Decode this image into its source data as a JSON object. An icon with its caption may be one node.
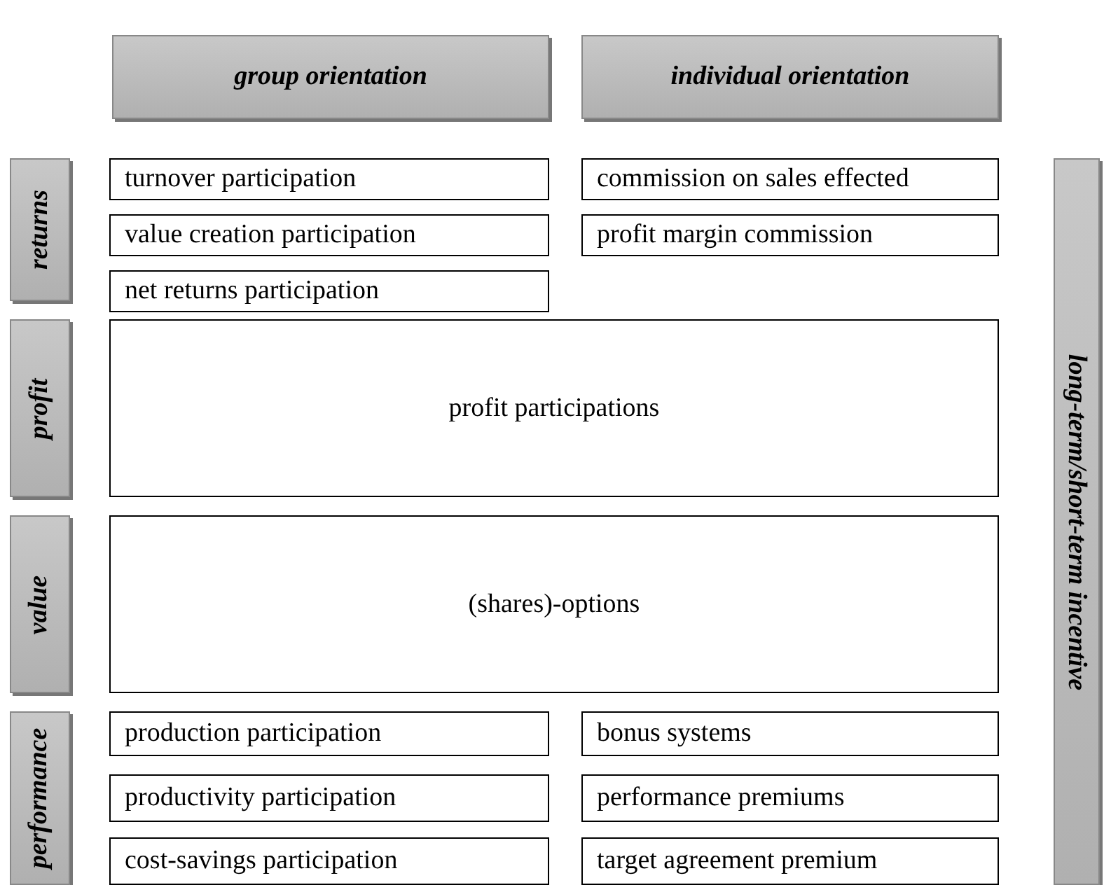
{
  "diagram": {
    "nodes": [
      {
        "text": [
          "group orientation"
        ]
      },
      {
        "text": [
          "individual orientation"
        ]
      },
      {
        "text": [
          "returns"
        ]
      },
      {
        "text": [
          "turnover participation"
        ]
      },
      {
        "text": [
          "commission on sales effected"
        ]
      },
      {
        "text": [
          "long-term/short-term incentive"
        ]
      },
      {
        "text": [
          "value creation participation"
        ]
      },
      {
        "text": [
          "profit margin commission"
        ]
      },
      {
        "text": [
          "net returns participation"
        ]
      },
      {
        "text": [
          "profit"
        ]
      },
      {
        "text": [
          "profit participations"
        ]
      },
      {
        "text": [
          "value"
        ]
      },
      {
        "text": [
          "(shares)-options"
        ]
      },
      {
        "text": [
          "performance"
        ]
      },
      {
        "text": [
          "production participation"
        ]
      },
      {
        "text": [
          "bonus systems"
        ]
      },
      {
        "text": [
          "productivity participation"
        ]
      },
      {
        "text": [
          "performance premiums"
        ]
      },
      {
        "text": [
          "cost-savings participation"
        ]
      },
      {
        "text": [
          "target agreement premium"
        ]
      }
    ]
  }
}
